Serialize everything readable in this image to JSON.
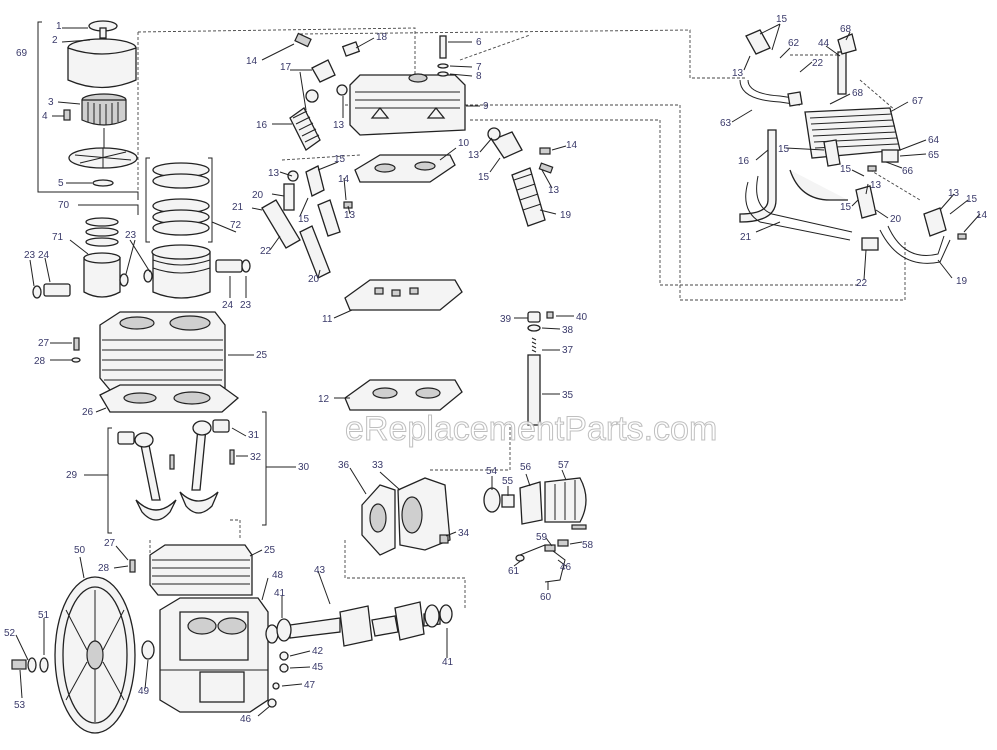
{
  "watermark": "eReplacementParts.com",
  "callouts": [
    {
      "id": "c1",
      "text": "1"
    },
    {
      "id": "c2",
      "text": "2"
    },
    {
      "id": "c3",
      "text": "3"
    },
    {
      "id": "c4",
      "text": "4"
    },
    {
      "id": "c5",
      "text": "5"
    },
    {
      "id": "c69",
      "text": "69"
    },
    {
      "id": "c70",
      "text": "70"
    },
    {
      "id": "c71",
      "text": "71"
    },
    {
      "id": "c72",
      "text": "72"
    },
    {
      "id": "c23a",
      "text": "23"
    },
    {
      "id": "c23b",
      "text": "23"
    },
    {
      "id": "c23c",
      "text": "23"
    },
    {
      "id": "c24a",
      "text": "24"
    },
    {
      "id": "c24b",
      "text": "24"
    },
    {
      "id": "c27a",
      "text": "27"
    },
    {
      "id": "c28a",
      "text": "28"
    },
    {
      "id": "c25a",
      "text": "25"
    },
    {
      "id": "c26",
      "text": "26"
    },
    {
      "id": "c29",
      "text": "29"
    },
    {
      "id": "c30",
      "text": "30"
    },
    {
      "id": "c31",
      "text": "31"
    },
    {
      "id": "c32",
      "text": "32"
    },
    {
      "id": "c50",
      "text": "50"
    },
    {
      "id": "c27b",
      "text": "27"
    },
    {
      "id": "c28b",
      "text": "28"
    },
    {
      "id": "c25b",
      "text": "25"
    },
    {
      "id": "c48",
      "text": "48"
    },
    {
      "id": "c43",
      "text": "43"
    },
    {
      "id": "c41a",
      "text": "41"
    },
    {
      "id": "c41b",
      "text": "41"
    },
    {
      "id": "c42",
      "text": "42"
    },
    {
      "id": "c45",
      "text": "45"
    },
    {
      "id": "c47",
      "text": "47"
    },
    {
      "id": "c46a",
      "text": "46"
    },
    {
      "id": "c49",
      "text": "49"
    },
    {
      "id": "c51",
      "text": "51"
    },
    {
      "id": "c52",
      "text": "52"
    },
    {
      "id": "c53",
      "text": "53"
    },
    {
      "id": "c14a",
      "text": "14"
    },
    {
      "id": "c18",
      "text": "18"
    },
    {
      "id": "c6",
      "text": "6"
    },
    {
      "id": "c7",
      "text": "7"
    },
    {
      "id": "c8",
      "text": "8"
    },
    {
      "id": "c17",
      "text": "17"
    },
    {
      "id": "c16a",
      "text": "16"
    },
    {
      "id": "c13a",
      "text": "13"
    },
    {
      "id": "c9",
      "text": "9"
    },
    {
      "id": "c10",
      "text": "10"
    },
    {
      "id": "c13b",
      "text": "13"
    },
    {
      "id": "c15a",
      "text": "15"
    },
    {
      "id": "c14b",
      "text": "14"
    },
    {
      "id": "c13c",
      "text": "13"
    },
    {
      "id": "c19a",
      "text": "19"
    },
    {
      "id": "c13d",
      "text": "13"
    },
    {
      "id": "c15b",
      "text": "15"
    },
    {
      "id": "c20a",
      "text": "20"
    },
    {
      "id": "c14c",
      "text": "14"
    },
    {
      "id": "c13e",
      "text": "13"
    },
    {
      "id": "c21a",
      "text": "21"
    },
    {
      "id": "c15c",
      "text": "15"
    },
    {
      "id": "c22a",
      "text": "22"
    },
    {
      "id": "c20b",
      "text": "20"
    },
    {
      "id": "c11",
      "text": "11"
    },
    {
      "id": "c12",
      "text": "12"
    },
    {
      "id": "c39",
      "text": "39"
    },
    {
      "id": "c40",
      "text": "40"
    },
    {
      "id": "c38",
      "text": "38"
    },
    {
      "id": "c37",
      "text": "37"
    },
    {
      "id": "c35",
      "text": "35"
    },
    {
      "id": "c36",
      "text": "36"
    },
    {
      "id": "c33",
      "text": "33"
    },
    {
      "id": "c34",
      "text": "34"
    },
    {
      "id": "c54",
      "text": "54"
    },
    {
      "id": "c55",
      "text": "55"
    },
    {
      "id": "c56",
      "text": "56"
    },
    {
      "id": "c57",
      "text": "57"
    },
    {
      "id": "c59",
      "text": "59"
    },
    {
      "id": "c58",
      "text": "58"
    },
    {
      "id": "c61",
      "text": "61"
    },
    {
      "id": "c46b",
      "text": "46"
    },
    {
      "id": "c60",
      "text": "60"
    },
    {
      "id": "c15d",
      "text": "15"
    },
    {
      "id": "c68a",
      "text": "68"
    },
    {
      "id": "c62",
      "text": "62"
    },
    {
      "id": "c44",
      "text": "44"
    },
    {
      "id": "c13f",
      "text": "13"
    },
    {
      "id": "c22b",
      "text": "22"
    },
    {
      "id": "c63",
      "text": "63"
    },
    {
      "id": "c68b",
      "text": "68"
    },
    {
      "id": "c67",
      "text": "67"
    },
    {
      "id": "c16b",
      "text": "16"
    },
    {
      "id": "c15e",
      "text": "15"
    },
    {
      "id": "c64",
      "text": "64"
    },
    {
      "id": "c65",
      "text": "65"
    },
    {
      "id": "c15f",
      "text": "15"
    },
    {
      "id": "c66",
      "text": "66"
    },
    {
      "id": "c13g",
      "text": "13"
    },
    {
      "id": "c15g",
      "text": "15"
    },
    {
      "id": "c20c",
      "text": "20"
    },
    {
      "id": "c13h",
      "text": "13"
    },
    {
      "id": "c15h",
      "text": "15"
    },
    {
      "id": "c14d",
      "text": "14"
    },
    {
      "id": "c21b",
      "text": "21"
    },
    {
      "id": "c22c",
      "text": "22"
    },
    {
      "id": "c19b",
      "text": "19"
    }
  ]
}
